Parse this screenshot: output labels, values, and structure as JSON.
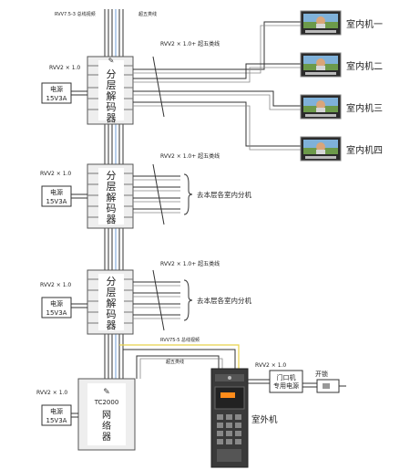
{
  "cables": {
    "top_bus": "RVV7.5-3 总线视频",
    "super5": "超五类线",
    "rvv2": "RVV2 × 1.0",
    "rvv2_super5": "RVV2 × 1.0+ 超五类线",
    "bus_video2": "RVV75-5 总线视频",
    "super5_2": "超五类线"
  },
  "power": {
    "label": "电源",
    "spec": "15V3A"
  },
  "decoder_label": "分层解码器",
  "network": {
    "model": "TC2000",
    "label": "网络器"
  },
  "indoor_units": [
    "室内机一",
    "室内机二",
    "室内机三",
    "室内机四"
  ],
  "floor_label": "去本层各室内分机",
  "outdoor_unit": "室外机",
  "lock_power": "门口机专用电源",
  "lock": "开锁",
  "colors": {
    "line": "#333333",
    "blue": "#6f9fd8",
    "yellow": "#e8d24a"
  }
}
